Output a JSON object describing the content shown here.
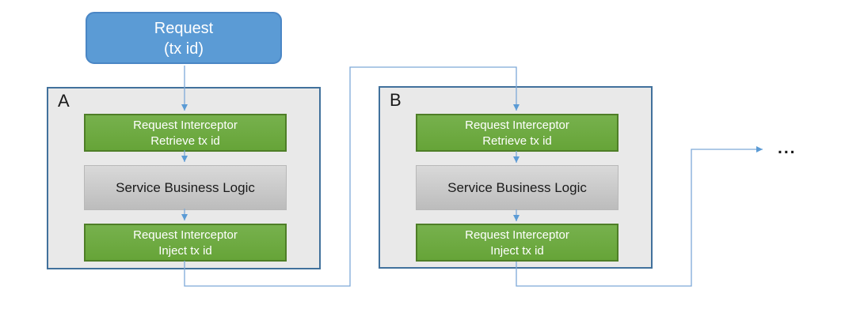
{
  "request_box": {
    "line1": "Request",
    "line2": "(tx id)"
  },
  "services": [
    {
      "label": "A",
      "interceptor_in": {
        "line1": "Request Interceptor",
        "line2": "Retrieve tx id"
      },
      "logic": "Service Business Logic",
      "interceptor_out": {
        "line1": "Request Interceptor",
        "line2": "Inject tx id"
      }
    },
    {
      "label": "B",
      "interceptor_in": {
        "line1": "Request Interceptor",
        "line2": "Retrieve tx id"
      },
      "logic": "Service Business Logic",
      "interceptor_out": {
        "line1": "Request Interceptor",
        "line2": "Inject tx id"
      }
    }
  ],
  "ellipsis": "...",
  "colors": {
    "request_fill": "#5b9bd5",
    "request_border": "#4a86c5",
    "interceptor_fill_top": "#77b14d",
    "interceptor_fill_bottom": "#66a438",
    "interceptor_border": "#4e7e27",
    "logic_fill_top": "#d9d9d9",
    "logic_fill_bottom": "#bcbcbc",
    "logic_border": "#b8b8b8",
    "container_fill": "#e9e9e9",
    "container_border": "#41719c",
    "connector": "#7ea9d8",
    "arrow": "#5b9bd5",
    "text_dark": "#1a1a1a"
  }
}
